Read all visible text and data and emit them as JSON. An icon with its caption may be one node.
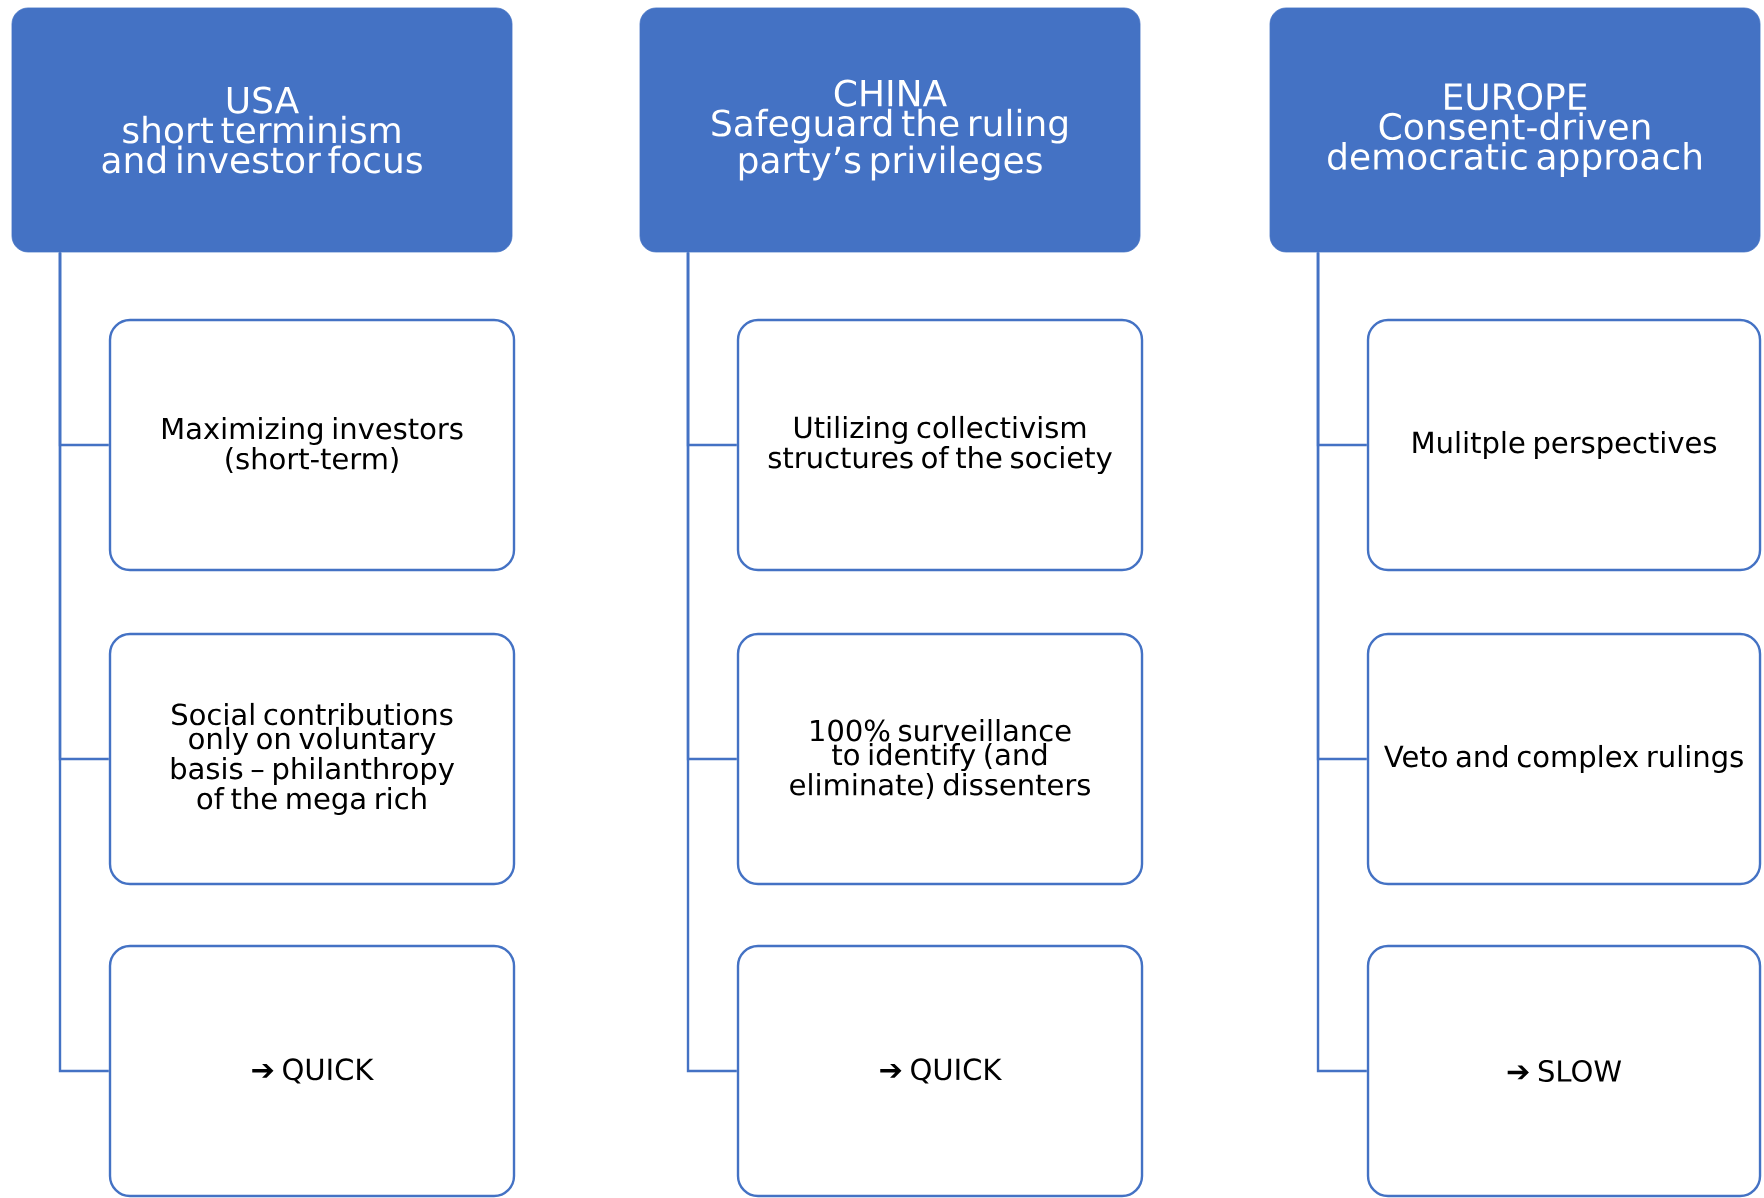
{
  "diagram": {
    "nodes": [
      {
        "text": [
          "USA",
          "short terminism and investor focus"
        ]
      },
      {
        "text": [
          "Maximizing investors (short-term)"
        ]
      },
      {
        "text": [
          "Social contributions only on voluntary basis – philanthropy of the mega rich"
        ]
      },
      {
        "text": [
          "➔ QUICK"
        ]
      },
      {
        "text": [
          "CHINA",
          "Safeguard the ruling party’s privileges"
        ]
      },
      {
        "text": [
          "Utilizing collectivism structures of the society"
        ]
      },
      {
        "text": [
          "100% surveillance to identify (and eliminate) dissenters"
        ]
      },
      {
        "text": [
          "➔ QUICK"
        ]
      },
      {
        "text": [
          "EUROPE",
          "Consent-driven democratic approach"
        ]
      },
      {
        "text": [
          "Mulitple perspectives"
        ]
      },
      {
        "text": [
          "Veto and complex rulings"
        ]
      },
      {
        "text": [
          "➔ SLOW"
        ]
      }
    ],
    "edges": [
      {
        "from": 0,
        "to": 1,
        "arrow": "none"
      },
      {
        "from": 0,
        "to": 2,
        "arrow": "none"
      },
      {
        "from": 0,
        "to": 3,
        "arrow": "none"
      },
      {
        "from": 4,
        "to": 5,
        "arrow": "none"
      },
      {
        "from": 4,
        "to": 6,
        "arrow": "none"
      },
      {
        "from": 4,
        "to": 7,
        "arrow": "none"
      },
      {
        "from": 8,
        "to": 9,
        "arrow": "none"
      },
      {
        "from": 8,
        "to": 10,
        "arrow": "none"
      },
      {
        "from": 8,
        "to": 11,
        "arrow": "none"
      }
    ]
  }
}
